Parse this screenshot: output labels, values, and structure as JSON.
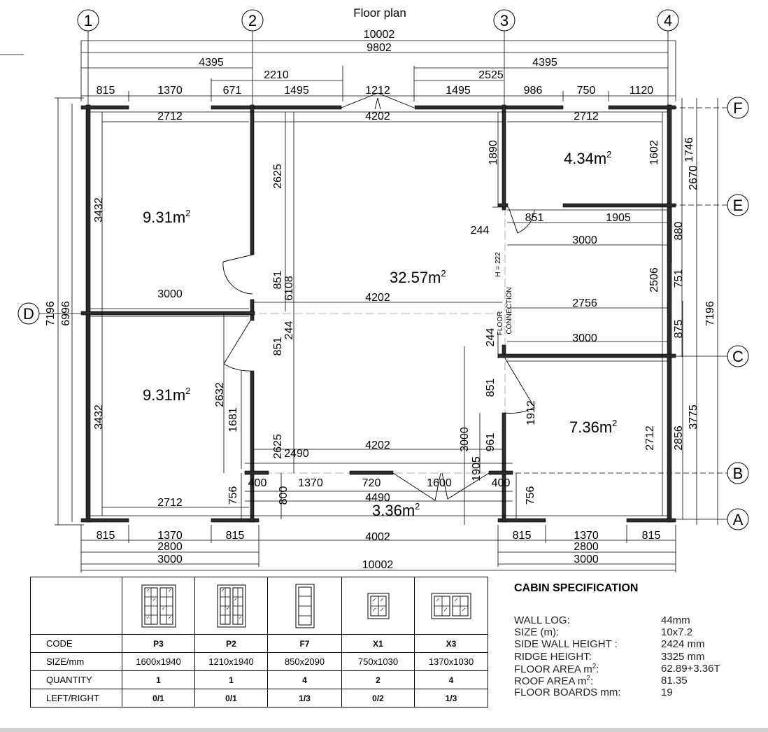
{
  "title": "Floor plan",
  "grid": {
    "columns": [
      "1",
      "2",
      "3",
      "4"
    ],
    "rows": [
      "F",
      "E",
      "D",
      "C",
      "B",
      "A"
    ]
  },
  "dims": {
    "overall_10002": "10002",
    "overall_9802": "9802",
    "left_4395": "4395",
    "right_4395": "4395",
    "d_2210": "2210",
    "d_2525": "2525",
    "t_815a": "815",
    "t_1370": "1370",
    "t_671": "671",
    "t_1495a": "1495",
    "t_1212": "1212",
    "t_1495b": "1495",
    "t_986": "986",
    "t_750": "750",
    "t_1120": "1120",
    "i_2712a": "2712",
    "i_4202a": "4202",
    "i_2712b": "2712",
    "v_1890": "1890",
    "v_1602": "1602",
    "v_1746": "1746",
    "v_2670": "2670",
    "v_2625a": "2625",
    "v_3432a": "3432",
    "d_244a": "244",
    "d_851a": "851",
    "d_1905a": "1905",
    "d_3000a": "3000",
    "v_880": "880",
    "v_2506": "2506",
    "v_751": "751",
    "d_3000b": "3000",
    "v_851b": "851",
    "v_6108": "6108",
    "d_4202b": "4202",
    "d_2756": "2756",
    "v_875": "875",
    "v_7196l": "7196",
    "v_6996": "6996",
    "v_7196r": "7196",
    "v_244b": "244",
    "v_851c": "851",
    "v_244c": "244",
    "d_3000c": "3000",
    "v_2632": "2632",
    "v_1681": "1681",
    "v_3432b": "3432",
    "v_851d": "851",
    "v_1912": "1912",
    "v_2712c": "2712",
    "v_2856": "2856",
    "v_3775": "3775",
    "v_2625b": "2625",
    "d_2490": "2490",
    "d_4202c": "4202",
    "v_3000d": "3000",
    "v_961": "961",
    "v_1905b": "1905",
    "d_400a": "400",
    "d_1370b": "1370",
    "d_720": "720",
    "d_1600": "1600",
    "d_400b": "400",
    "v_756a": "756",
    "v_800": "800",
    "d_4490": "4490",
    "v_756b": "756",
    "d_2712d": "2712",
    "b_815a": "815",
    "b_1370a": "1370",
    "b_815b": "815",
    "b_4002": "4002",
    "b_815c": "815",
    "b_1370b": "1370",
    "b_815d": "815",
    "b_2800a": "2800",
    "b_2800b": "2800",
    "b_3000a": "3000",
    "b_3000b": "3000",
    "b_10002": "10002"
  },
  "rooms": {
    "r1": {
      "value": "9.31m",
      "sup": "2"
    },
    "r2": {
      "value": "9.31m",
      "sup": "2"
    },
    "r3": {
      "value": "32.57m",
      "sup": "2"
    },
    "r4": {
      "value": "4.34m",
      "sup": "2"
    },
    "r5": {
      "value": "7.36m",
      "sup": "2"
    },
    "r6": {
      "value": "3.36m",
      "sup": "2"
    }
  },
  "annotations": {
    "h_222": "H = 222",
    "floor": "FLOOR",
    "connection": "CONNECTION"
  },
  "table": {
    "row_labels": [
      "CODE",
      "SIZE/mm",
      "QUANTITY",
      "LEFT/RIGHT"
    ],
    "columns": [
      {
        "icon": "double-glazed-door-icon",
        "code": "P3",
        "size": "1600x1940",
        "quantity": "1",
        "left_right": "0/1"
      },
      {
        "icon": "glazed-door-icon",
        "code": "P2",
        "size": "1210x1940",
        "quantity": "1",
        "left_right": "0/1"
      },
      {
        "icon": "single-door-icon",
        "code": "F7",
        "size": "850x2090",
        "quantity": "4",
        "left_right": "1/3"
      },
      {
        "icon": "small-window-icon",
        "code": "X1",
        "size": "750x1030",
        "quantity": "2",
        "left_right": "0/2"
      },
      {
        "icon": "wide-window-icon",
        "code": "X3",
        "size": "1370x1030",
        "quantity": "4",
        "left_right": "1/3"
      }
    ]
  },
  "spec": {
    "title": "CABIN SPECIFICATION",
    "rows": [
      {
        "label": "WALL LOG:",
        "value": "44mm"
      },
      {
        "label": "SIZE (m):",
        "value": "10x7.2"
      },
      {
        "label": "SIDE WALL HEIGHT :",
        "value": "2424 mm"
      },
      {
        "label": "RIDGE HEIGHT:",
        "value": "3325 mm"
      },
      {
        "label": "FLOOR AREA m",
        "sup": "2",
        "tail": ":",
        "value": "62.89+3.36T"
      },
      {
        "label": "ROOF AREA m",
        "sup": "2",
        "tail": ":",
        "value": "81.35"
      },
      {
        "label": "FLOOR BOARDS mm:",
        "value": "19"
      }
    ]
  },
  "colors": {
    "line": "#000000",
    "wall_fill": "#2b2b2b",
    "grid_dash": "#9a9a9a",
    "bar": "#d0d0d0"
  }
}
